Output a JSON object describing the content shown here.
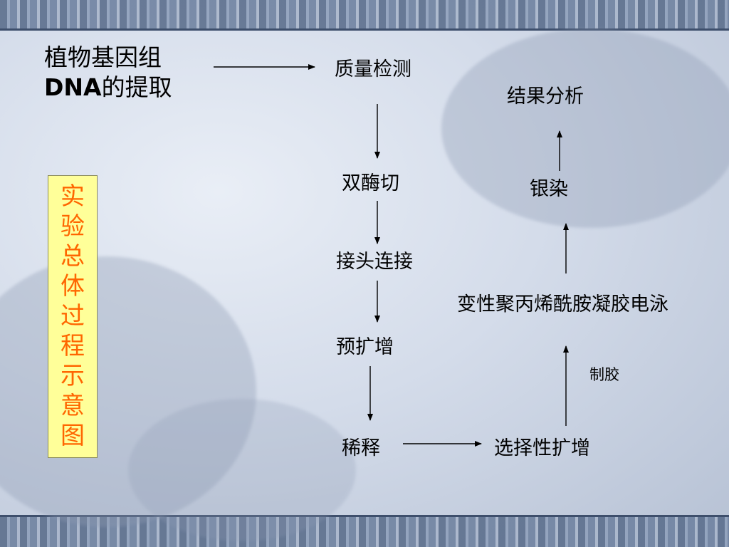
{
  "diagram": {
    "title_line1": "植物基因组",
    "title_line2_prefix": "DNA",
    "title_line2_suffix": "的提取",
    "side_label": "实验总体过程示意图",
    "nodes": {
      "quality_check": "质量检测",
      "double_digest": "双酶切",
      "adapter_ligation": "接头连接",
      "pre_amplification": "预扩增",
      "dilution": "稀释",
      "selective_amplification": "选择性扩增",
      "page_electrophoresis": "变性聚丙烯酰胺凝胶电泳",
      "silver_staining": "银染",
      "result_analysis": "结果分析"
    },
    "edge_label_gel": "制胶"
  },
  "colors": {
    "side_box_fill": "#ffff99",
    "side_text": "#ff6600",
    "arrow": "#000000"
  }
}
